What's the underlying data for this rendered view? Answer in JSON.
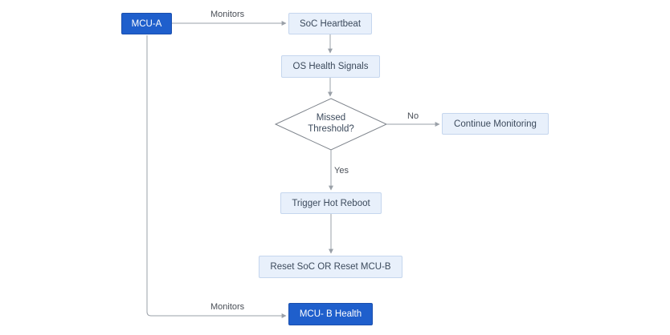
{
  "colors": {
    "accent": "#1f5fcc",
    "node_fill": "#e8f0fb",
    "node_border": "#c5d6ee",
    "edge": "#9aa0a8"
  },
  "nodes": {
    "mcu_a": "MCU-A",
    "soc_heartbeat": "SoC Heartbeat",
    "os_health": "OS Health Signals",
    "decision_line1": "Missed",
    "decision_line2": "Threshold?",
    "continue_monitoring": "Continue Monitoring",
    "trigger_reboot": "Trigger Hot Reboot",
    "reset": "Reset SoC OR Reset MCU-B",
    "mcu_b_health": "MCU- B Health"
  },
  "edge_labels": {
    "monitors_top": "Monitors",
    "no": "No",
    "yes": "Yes",
    "monitors_bottom": "Monitors"
  }
}
